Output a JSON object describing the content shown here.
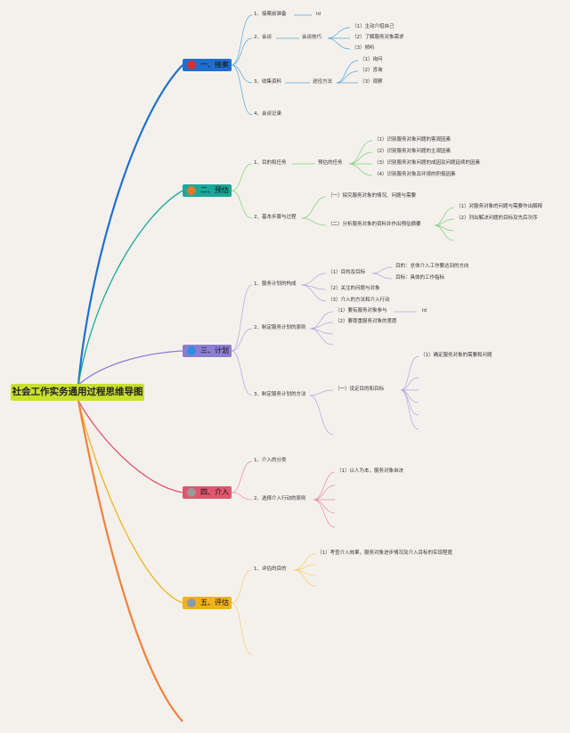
{
  "root": {
    "title": "社会工作实务通用过程思维导图"
  },
  "branches": [
    {
      "label": "一、接案",
      "color": "#1e6fd0",
      "dot": "#d62f2f"
    },
    {
      "label": "二、预估",
      "color": "#19a89a",
      "dot": "#e07a2c"
    },
    {
      "label": "三、计划",
      "color": "#8b7dd4",
      "dot": "#2d8fe0"
    },
    {
      "label": "四、介入",
      "color": "#e0566e",
      "dot": "#9a9a9a"
    },
    {
      "label": "五、评估",
      "color": "#f0b21c",
      "dot": "#8a9aa8"
    }
  ],
  "nodes": {
    "b1_1": "1、接案前准备",
    "b1_1a": "ld",
    "b1_2": "2、会谈",
    "b1_2a": "会谈技巧",
    "b1_2a1": "（1）主动介绍自己",
    "b1_2a2": "（2）了解服务对象需求",
    "b1_2a3": "（3）倾听",
    "b1_3": "3、收集资料",
    "b1_3a": "途径方法",
    "b1_3a1": "（1）询问",
    "b1_3a2": "（2）咨询",
    "b1_3a3": "（3）观察",
    "b1_4": "4、会谈记录",
    "b2_1": "1、目的和任务",
    "b2_1a": "预估的任务",
    "b2_1a1": "（1）识别服务对象问题的客观因素",
    "b2_1a2": "（2）识别服务对象问题的主观因素",
    "b2_1a3": "（3）识别服务对象问题的成因及问题延续的因素",
    "b2_1a4": "（4）识别服务对象及环境的积极因素",
    "b2_2": "2、基本步骤与过程",
    "b2_2a": "（一）探究服务对象的情况、问题与需要",
    "b2_2b": "（二）分析服务对象的资料并作出预估摘要",
    "b2_2b1": "（1）对服务对象的问题与需要作出解释",
    "b2_2b2": "（2）列出解决问题的目标及先后次序",
    "b3_1": "1、服务计划的构成",
    "b3_1a": "（1）目的及目标",
    "b3_1a1": "目的：总体介入工作要达到的方向",
    "b3_1a2": "目标：具体的工作指标",
    "b3_1b": "（2）关注的问题与对象",
    "b3_1c": "（3）介入的方法和介入行动",
    "b3_2": "2、制定服务计划的原则",
    "b3_2a": "（1）要有服务对象参与",
    "b3_2a1": "ld",
    "b3_2b": "（2）要尊重服务对象的意愿",
    "b3_3": "3、制定服务计划的方法",
    "b3_3a": "（一）设定目的和目标",
    "b3_3a1": "（1）确定服务对象的需要和问题",
    "b4_1": "1、介入的分类",
    "b4_2": "2、选择介入行动的原则",
    "b4_2a": "（1）以人为本，服务对象自决",
    "b5_1": "1、评估的目的",
    "b5_1a": "（1）考查介入效果，服务对象进步情况及介入目标的实现程度"
  }
}
